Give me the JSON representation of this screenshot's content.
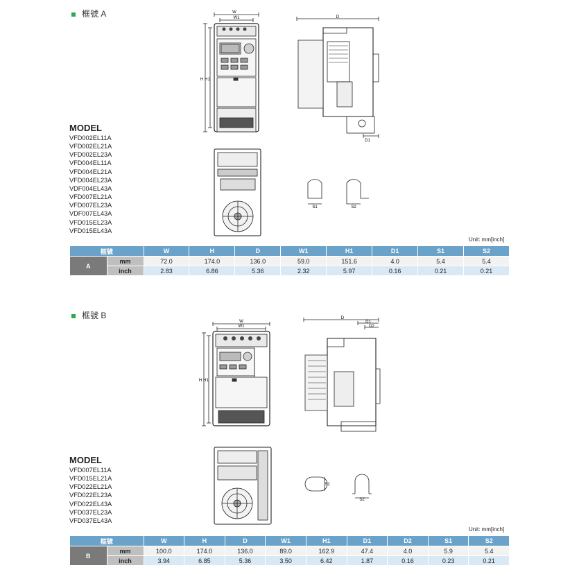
{
  "unit_label": "Unit: mm[inch]",
  "sections": [
    {
      "title": "框號 A",
      "model_heading": "MODEL",
      "models": [
        "VFD002EL11A",
        "VFD002EL21A",
        "VFD002EL23A",
        "VFD004EL11A",
        "VFD004EL21A",
        "VFD004EL23A",
        "VDF004EL43A",
        "VFD007EL21A",
        "VFD007EL23A",
        "VDF007EL43A",
        "VFD015EL23A",
        "VFD015EL43A"
      ],
      "drawing_labels": {
        "w": "W",
        "w1": "W1",
        "h": "H",
        "h1": "H1",
        "d": "D",
        "d1": "D1",
        "s1": "S1",
        "s2": "S2"
      },
      "table": {
        "header_frame": "框號",
        "columns": [
          "W",
          "H",
          "D",
          "W1",
          "H1",
          "D1",
          "S1",
          "S2"
        ],
        "frame": "A",
        "rows": [
          {
            "unit": "mm",
            "values": [
              "72.0",
              "174.0",
              "136.0",
              "59.0",
              "151.6",
              "4.0",
              "5.4",
              "5.4"
            ]
          },
          {
            "unit": "inch",
            "values": [
              "2.83",
              "6.86",
              "5.36",
              "2.32",
              "5.97",
              "0.16",
              "0.21",
              "0.21"
            ]
          }
        ]
      }
    },
    {
      "title": "框號 B",
      "model_heading": "MODEL",
      "models": [
        "VFD007EL11A",
        "VFD015EL21A",
        "VFD022EL21A",
        "VFD022EL23A",
        "VFD022EL43A",
        "VFD037EL23A",
        "VFD037EL43A"
      ],
      "drawing_labels": {
        "w": "W",
        "w1": "W1",
        "h": "H",
        "h1": "H1",
        "d": "D",
        "d1": "D1",
        "d2": "D2",
        "s1": "S1",
        "s2": "S2"
      },
      "table": {
        "header_frame": "框號",
        "columns": [
          "W",
          "H",
          "D",
          "W1",
          "H1",
          "D1",
          "D2",
          "S1",
          "S2"
        ],
        "frame": "B",
        "rows": [
          {
            "unit": "mm",
            "values": [
              "100.0",
              "174.0",
              "136.0",
              "89.0",
              "162.9",
              "47.4",
              "4.0",
              "5.9",
              "5.4"
            ]
          },
          {
            "unit": "inch",
            "values": [
              "3.94",
              "6.85",
              "5.36",
              "3.50",
              "6.42",
              "1.87",
              "0.16",
              "0.23",
              "0.21"
            ]
          }
        ]
      }
    }
  ]
}
